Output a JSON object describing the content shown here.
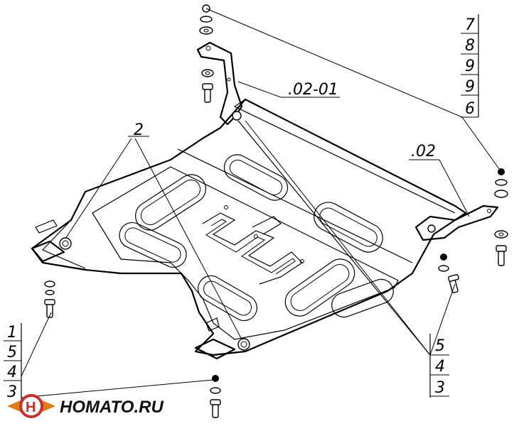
{
  "diagram": {
    "labels": {
      "part_bracket_left": ".02-01",
      "part_bracket_right": ".02",
      "callout_2": "2"
    },
    "stack_top_right": [
      "7",
      "8",
      "9",
      "9",
      "6"
    ],
    "stack_bottom_left": [
      "1",
      "5",
      "4",
      "3"
    ],
    "stack_bottom_right": [
      "5",
      "4",
      "3"
    ]
  },
  "logo": {
    "text": "HOMATO.RU",
    "colors": {
      "ring": "#c9302c",
      "wing": "#e07b1a",
      "text": "#111111"
    }
  }
}
